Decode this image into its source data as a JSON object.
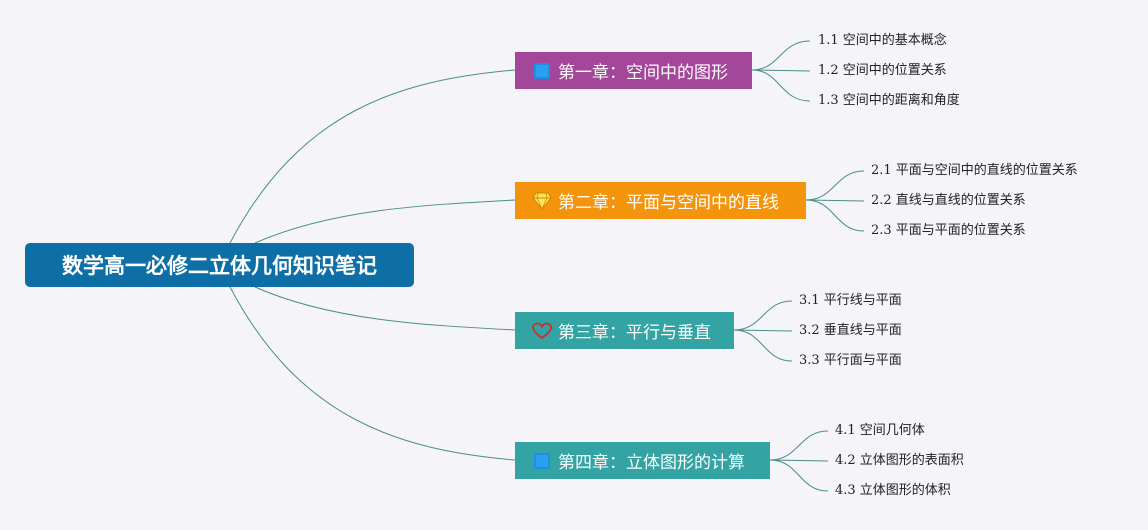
{
  "colors": {
    "background": "#f4f4f9",
    "root": "#0e6fa6",
    "link": "#4a8f86",
    "chapter_1": "#a3479a",
    "chapter_2": "#f4940c",
    "chapter_3": "#34a3a3",
    "chapter_4": "#34a3a3"
  },
  "root": {
    "title": "数学高一必修二立体几何知识笔记"
  },
  "chapters": [
    {
      "label": "第一章：空间中的图形",
      "icon": "flag-icon",
      "topics": [
        "1.1 空间中的基本概念",
        "1.2 空间中的位置关系",
        "1.3 空间中的距离和角度"
      ]
    },
    {
      "label": "第二章：平面与空间中的直线",
      "icon": "diamond-icon",
      "topics": [
        "2.1 平面与空间中的直线的位置关系",
        "2.2 直线与直线的位置关系",
        "2.3 平面与平面的位置关系"
      ]
    },
    {
      "label": "第三章：平行与垂直",
      "icon": "heart-icon",
      "topics": [
        "3.1 平行线与平面",
        "3.2 垂直线与平面",
        "3.3 平行面与平面"
      ]
    },
    {
      "label": "第四章：立体图形的计算",
      "icon": "flag-icon",
      "topics": [
        "4.1 空间几何体",
        "4.2 立体图形的表面积",
        "4.3 立体图形的体积"
      ]
    }
  ]
}
